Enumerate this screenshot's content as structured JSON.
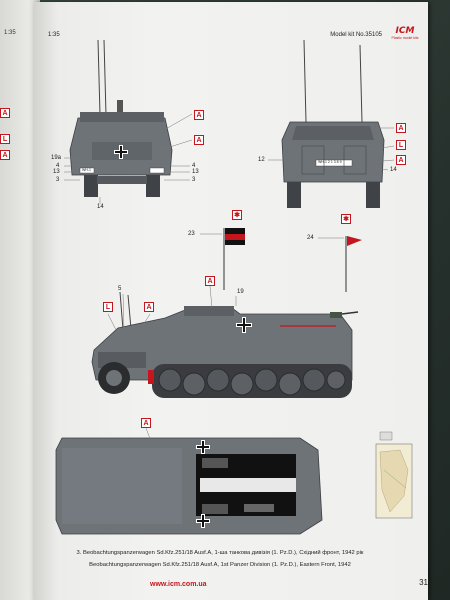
{
  "page": {
    "left_page_label": "1:35",
    "scale_label": "1:35",
    "kit_number": "Model kit No.35105",
    "logo_text": "ICM",
    "logo_tagline": "Plastic model kits",
    "marker_a": "A",
    "marker_l": "L",
    "marker_star": "✱",
    "callouts": {
      "n19a": "19a",
      "n4": "4",
      "n13": "13",
      "n3": "3",
      "n14": "14",
      "n12": "12",
      "n23": "23",
      "n24": "24",
      "n5": "5",
      "n19": "19"
    },
    "caption_line1": "3. Beobachtungspanzerwagen Sd.Kfz.251/18 Ausf.A, 1-ша танкова дивізія (1. Pz.D.), Східний фронт, 1942 рік",
    "caption_line2": "Beobachtungspanzerwagen Sd.Kfz.251/18 Ausf.A, 1st Panzer Division (1. Pz.D.), Eastern Front, 1942",
    "url": "www.icm.com.ua",
    "page_number": "31",
    "plate_front": "WH-1",
    "plate_rear": "WH-1 2 1 3 8 9"
  },
  "colors": {
    "vehicle_grey": "#6e7378",
    "vehicle_dark": "#4c5055",
    "accent_red": "#c4161c",
    "paper": "#f0f0ee"
  }
}
